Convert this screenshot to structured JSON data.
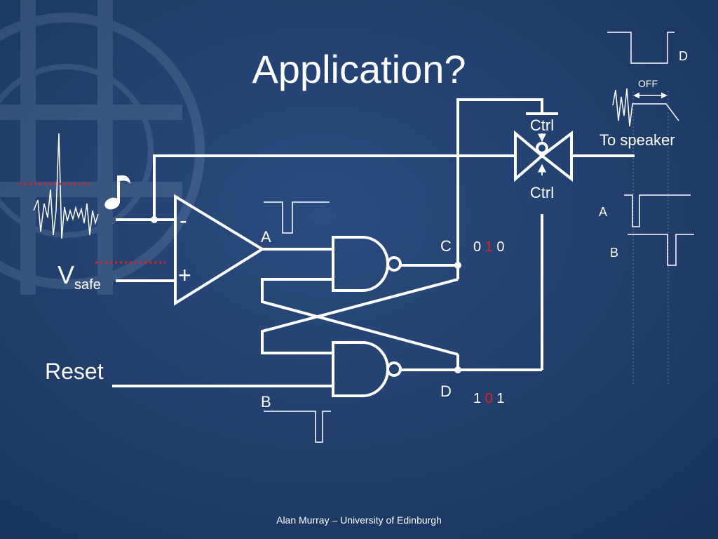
{
  "slide": {
    "title": "Application?",
    "footer": "Alan Murray – University of Edinburgh"
  },
  "circuit": {
    "opamp_minus": "-",
    "opamp_plus": "+",
    "vsafe_main": "V",
    "vsafe_sub": "safe",
    "reset_label": "Reset",
    "node_a": "A",
    "node_b": "B",
    "node_c": "C",
    "node_d": "D",
    "ctrl_top": "Ctrl",
    "ctrl_bottom": "Ctrl",
    "to_speaker": "To speaker",
    "c_seq": [
      "0",
      "1",
      "0"
    ],
    "d_seq": [
      "1",
      "0",
      "1"
    ]
  },
  "timing": {
    "d_label": "D",
    "off_label": "OFF",
    "a_label": "A",
    "b_label": "B"
  },
  "icons": {
    "note": "music-note-icon"
  },
  "colors": {
    "background": "#1f3a66",
    "wire": "#ffffff",
    "highlight": "#e02020",
    "dotted": "#e02020"
  }
}
